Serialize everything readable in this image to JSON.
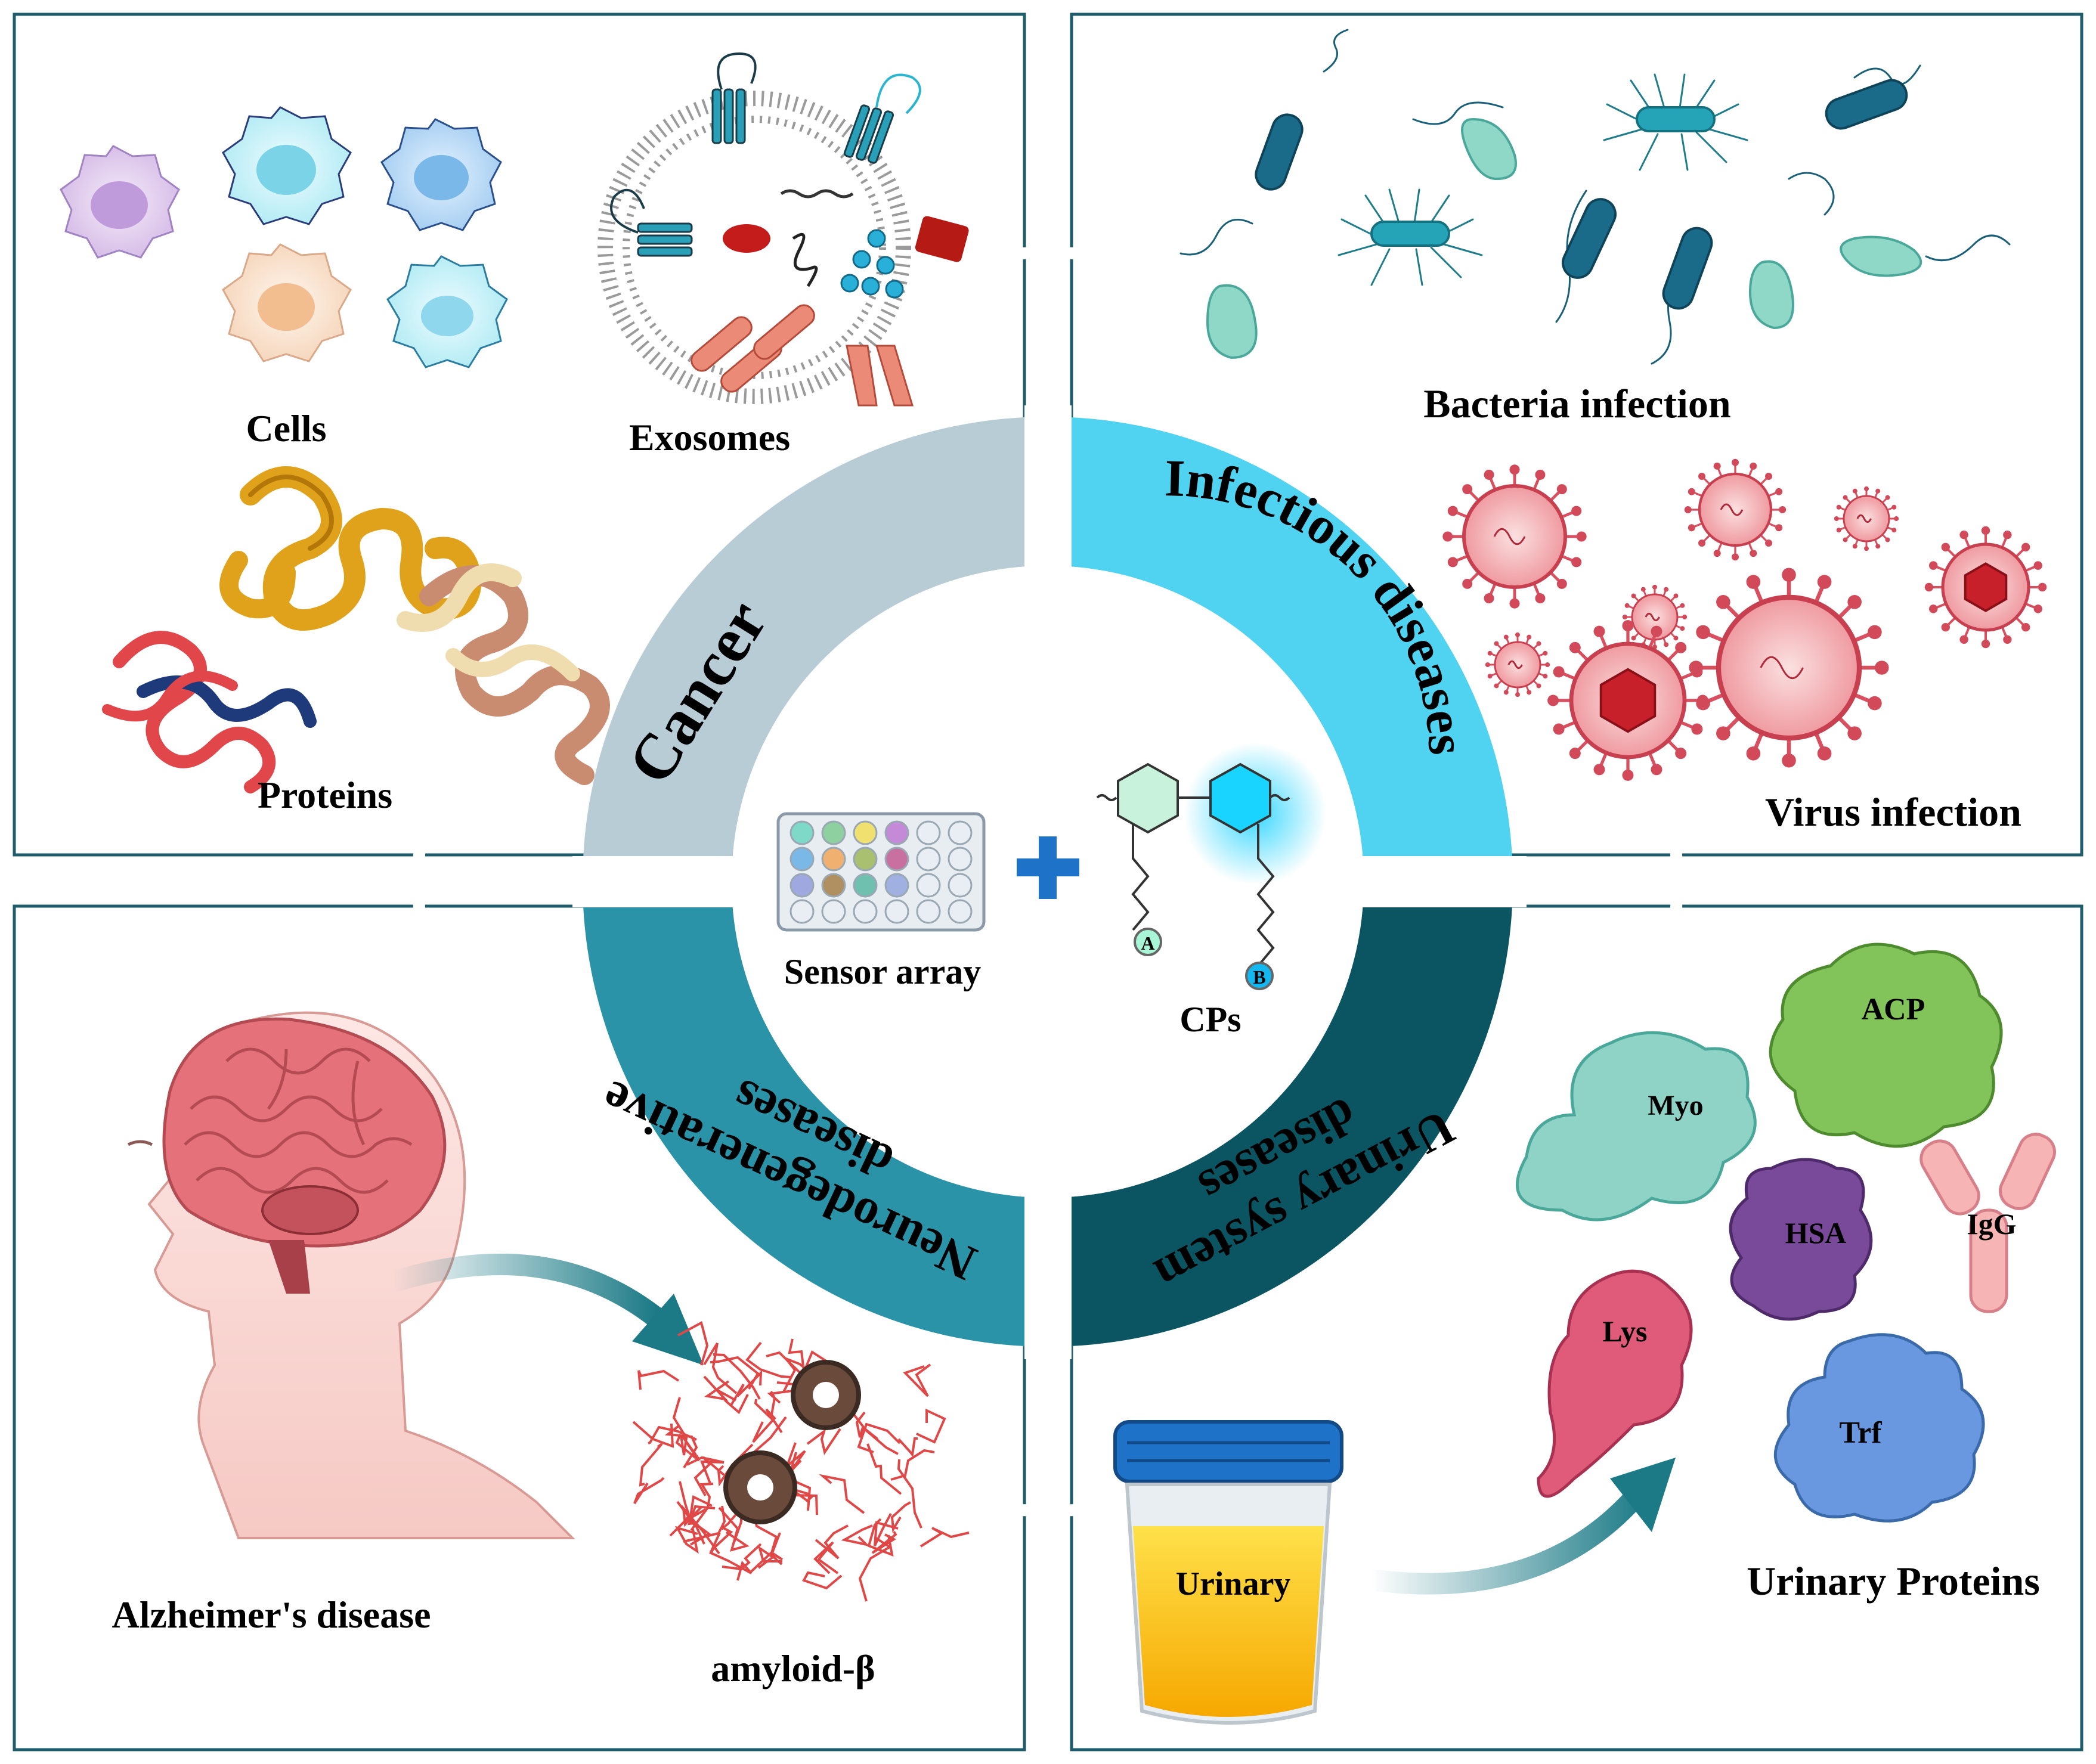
{
  "center": {
    "plus_symbol": "+",
    "sensor_array_label": "Sensor array",
    "cps_label": "CPs",
    "monomer_a": "A",
    "monomer_b": "B"
  },
  "ring": {
    "cancer": "Cancer",
    "infectious": "Infectious diseases",
    "neuro_line1": "Neurodegenerative",
    "neuro_line2": "diseases",
    "urinary_line1": "Urinary system",
    "urinary_line2": "diseases"
  },
  "panels": {
    "cancer": {
      "cells": "Cells",
      "exosomes": "Exosomes",
      "proteins": "Proteins"
    },
    "infectious": {
      "bacteria": "Bacteria infection",
      "virus": "Virus infection"
    },
    "neuro": {
      "alzheimers": "Alzheimer's disease",
      "amyloid": "amyloid-β"
    },
    "urinary": {
      "sample": "Urinary",
      "proteins_title": "Urinary Proteins",
      "acp": "ACP",
      "myo": "Myo",
      "hsa": "HSA",
      "igg": "IgG",
      "lys": "Lys",
      "trf": "Trf"
    }
  },
  "colors": {
    "frame": "#1e5c6c",
    "cancer_ring": "#b8ccd6",
    "infectious_ring": "#4fd3f0",
    "neuro_ring": "#2a93a8",
    "urinary_ring": "#0b5563",
    "cross_blue": "#1e72c8"
  },
  "icons": [
    "cell-icon",
    "exosome-icon",
    "protein-icon",
    "bacteria-icon",
    "virus-icon",
    "brain-head-icon",
    "amyloid-plaque-icon",
    "urine-cup-icon",
    "arrow-icon",
    "well-plate-icon",
    "polymer-structure-icon"
  ]
}
